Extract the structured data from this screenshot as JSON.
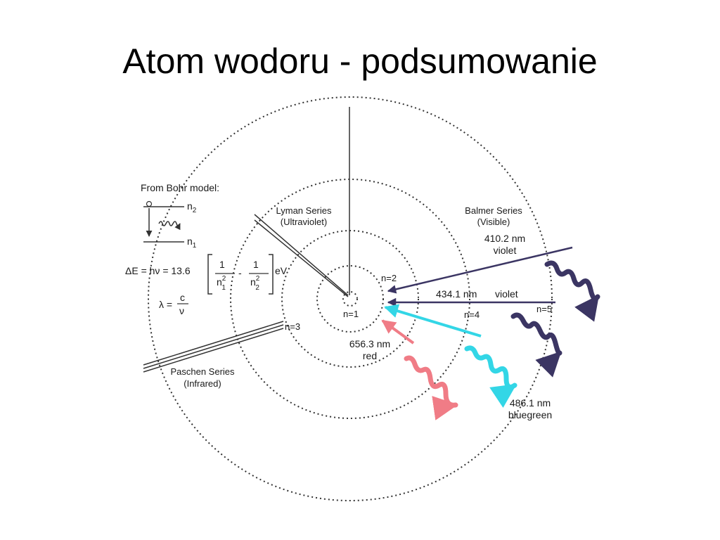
{
  "title": "Atom wodoru - podsumowanie",
  "bohr": {
    "heading": "From Bohr model:",
    "n2": "n",
    "n2_sub": "2",
    "n1": "n",
    "n1_sub": "1",
    "eq_lhs": "ΔE = hν = 13.6",
    "eq_one_a": "1",
    "eq_n1": "n",
    "eq_n1_sup": "2",
    "eq_n1_sub": "1",
    "eq_minus": "-",
    "eq_one_b": "1",
    "eq_n2": "n",
    "eq_n2_sup": "2",
    "eq_n2_sub": "2",
    "eq_unit": "eV",
    "lambda_lhs": "λ =",
    "lambda_num": "c",
    "lambda_den": "ν"
  },
  "levels": {
    "n1": "n=1",
    "n2": "n=2",
    "n3": "n=3",
    "n4": "n=4",
    "n5": "n=5"
  },
  "series": {
    "lyman_name": "Lyman Series",
    "lyman_range": "(Ultraviolet)",
    "balmer_name": "Balmer Series",
    "balmer_range": "(Visible)",
    "paschen_name": "Paschen Series",
    "paschen_range": "(Infrared)"
  },
  "lines": {
    "l410_wl": "410.2 nm",
    "l410_color": "violet",
    "l434_wl": "434.1 nm",
    "l434_color": "violet",
    "l656_wl": "656.3 nm",
    "l656_color": "red",
    "l486_wl": "486.1 nm",
    "l486_color": "bluegreen"
  },
  "colors": {
    "violet": "#3b3563",
    "red": "#f07c86",
    "bluegreen": "#33d6e6",
    "ink": "#333333"
  }
}
